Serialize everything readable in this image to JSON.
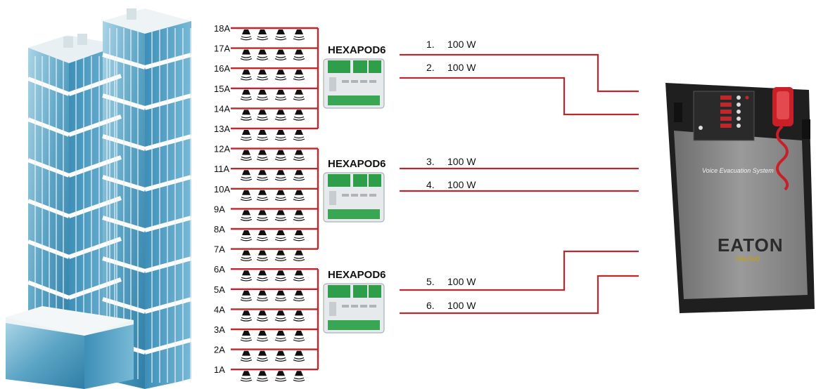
{
  "zones": [
    "18A",
    "17A",
    "16A",
    "15A",
    "14A",
    "13A",
    "12A",
    "11A",
    "10A",
    "9A",
    "8A",
    "7A",
    "6A",
    "5A",
    "4A",
    "3A",
    "2A",
    "1A"
  ],
  "modules": [
    {
      "title": "HEXAPOD6"
    },
    {
      "title": "HEXAPOD6"
    },
    {
      "title": "HEXAPOD6"
    }
  ],
  "lines": [
    {
      "number": "1.",
      "power": "100 W"
    },
    {
      "number": "2.",
      "power": "100 W"
    },
    {
      "number": "3.",
      "power": "100 W"
    },
    {
      "number": "4.",
      "power": "100 W"
    },
    {
      "number": "5.",
      "power": "100 W"
    },
    {
      "number": "6.",
      "power": "100 W"
    }
  ],
  "system": {
    "caption": "Voice Evacuation System",
    "brand": "EATON",
    "model": "DAU500"
  },
  "colors": {
    "wire": "#c0272d",
    "building_glass": "#5aa3c4",
    "cabinet_dark": "#1f1f1f",
    "cabinet_panel": "#8a8a8a"
  }
}
